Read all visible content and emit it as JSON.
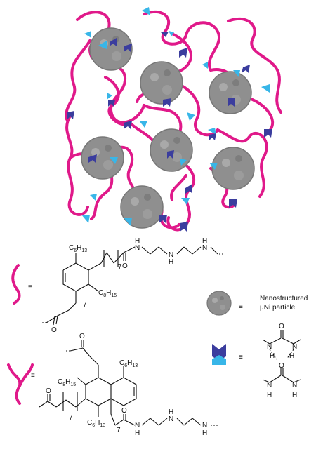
{
  "legend": {
    "particle_label_line1": "Nanostructured",
    "particle_label_line2": "µNi particle"
  },
  "equiv_symbol": "≡",
  "chem": {
    "c6h13": "C",
    "c6h13_sub": "6",
    "c6h13_h": "H",
    "c6h13_hsub": "13",
    "c8h15": "C",
    "c8h15_sub": "8",
    "c8h15_h": "H",
    "c8h15_hsub": "15",
    "seven": "7",
    "n": "N",
    "h": "H",
    "o": "O"
  },
  "colors": {
    "polymer": "#e0198a",
    "particle": "#8f8f8f",
    "particle_dark": "#6e6e6e",
    "hbond_dark": "#3b3d9e",
    "hbond_light": "#38b6e8"
  }
}
